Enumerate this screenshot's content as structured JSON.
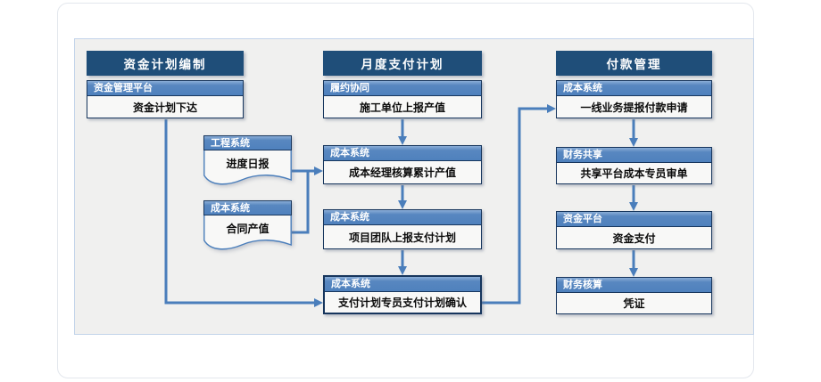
{
  "palette": {
    "stage_header_navy": "#1F4E79",
    "band_blue": "#4F81BD",
    "connector_blue": "#4A7EBB",
    "box_border_navy": "#17365D",
    "panel_gray": "#F0F0EF",
    "panel_border_blue": "#C3D4EA",
    "box_body_bg": "#F8F8F7"
  },
  "columns": [
    {
      "title": "资金计划编制",
      "boxes": [
        {
          "system": "资金管理平台",
          "action": "资金计划下达"
        }
      ]
    },
    {
      "title": "月度支付计划",
      "boxes": [
        {
          "system": "履约协同",
          "action": "施工单位上报产值"
        },
        {
          "system": "成本系统",
          "action": "成本经理核算累计产值"
        },
        {
          "system": "成本系统",
          "action": "项目团队上报支付计划"
        },
        {
          "system": "成本系统",
          "action": "支付计划专员支付计划确认"
        }
      ]
    },
    {
      "title": "付款管理",
      "boxes": [
        {
          "system": "成本系统",
          "action": "一线业务提报付款申请"
        },
        {
          "system": "财务共享",
          "action": "共享平台成本专员审单"
        },
        {
          "system": "资金平台",
          "action": "资金支付"
        },
        {
          "system": "财务核算",
          "action": "凭证"
        }
      ]
    }
  ],
  "documents": [
    {
      "system": "工程系统",
      "action": "进度日报"
    },
    {
      "system": "成本系统",
      "action": "合同产值"
    }
  ],
  "flows": [
    {
      "from": "资金计划下达",
      "to": "支付计划专员支付计划确认"
    },
    {
      "from": "进度日报",
      "to": "成本经理核算累计产值"
    },
    {
      "from": "合同产值",
      "to": "成本经理核算累计产值"
    },
    {
      "from": "施工单位上报产值",
      "to": "成本经理核算累计产值"
    },
    {
      "from": "成本经理核算累计产值",
      "to": "项目团队上报支付计划"
    },
    {
      "from": "项目团队上报支付计划",
      "to": "支付计划专员支付计划确认"
    },
    {
      "from": "支付计划专员支付计划确认",
      "to": "一线业务提报付款申请"
    },
    {
      "from": "一线业务提报付款申请",
      "to": "共享平台成本专员审单"
    },
    {
      "from": "共享平台成本专员审单",
      "to": "资金支付"
    },
    {
      "from": "资金支付",
      "to": "凭证"
    }
  ]
}
